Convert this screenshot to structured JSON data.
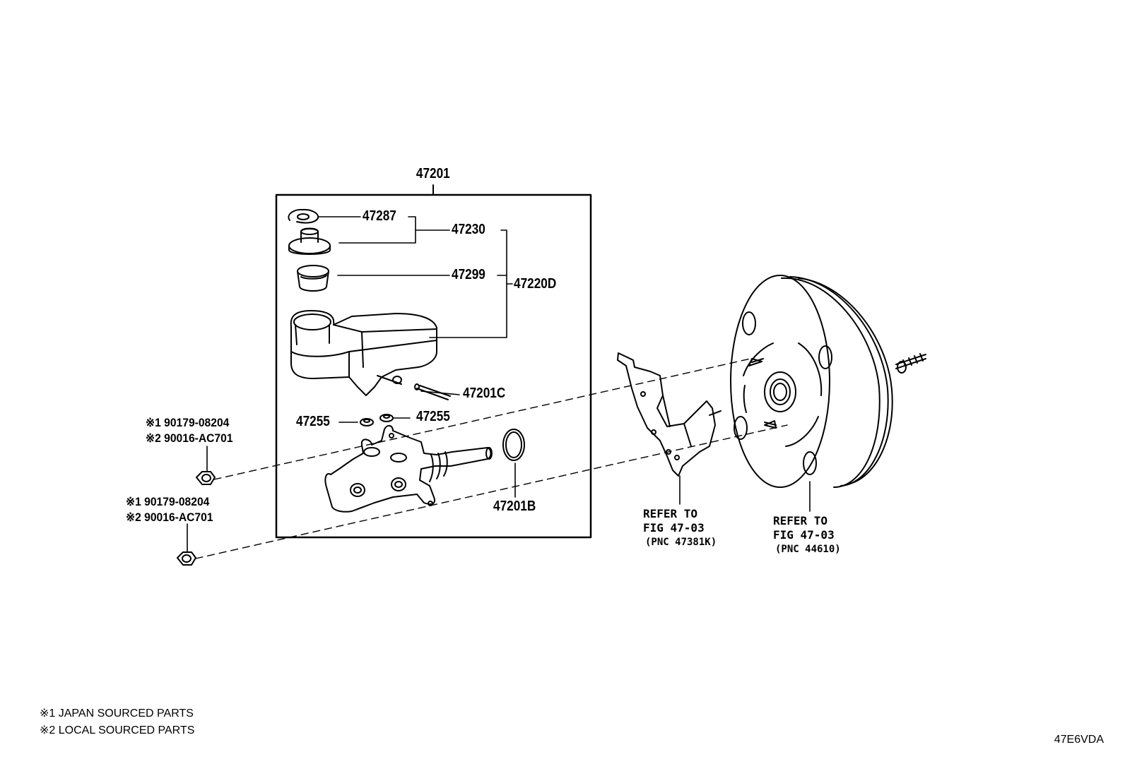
{
  "parts": {
    "assembly": "47201",
    "clip": "47287",
    "cap": "47230",
    "strainer": "47299",
    "reservoir": "47220D",
    "pin": "47201C",
    "grommet_left": "47255",
    "grommet_right": "47255",
    "o_ring": "47201B"
  },
  "nut_upper": {
    "line1": "※1 90179-08204",
    "line2": "※2 90016-AC701"
  },
  "nut_lower": {
    "line1": "※1 90179-08204",
    "line2": "※2 90016-AC701"
  },
  "refer_bracket": {
    "line1": "REFER TO",
    "line2": "FIG 47-03",
    "line3": "(PNC 47381K)"
  },
  "refer_booster": {
    "line1": "REFER TO",
    "line2": "FIG 47-03",
    "line3": "(PNC 44610)"
  },
  "legend": {
    "note1": "※1 JAPAN SOURCED PARTS",
    "note2": "※2 LOCAL SOURCED PARTS"
  },
  "diagram_code": "47E6VDA"
}
